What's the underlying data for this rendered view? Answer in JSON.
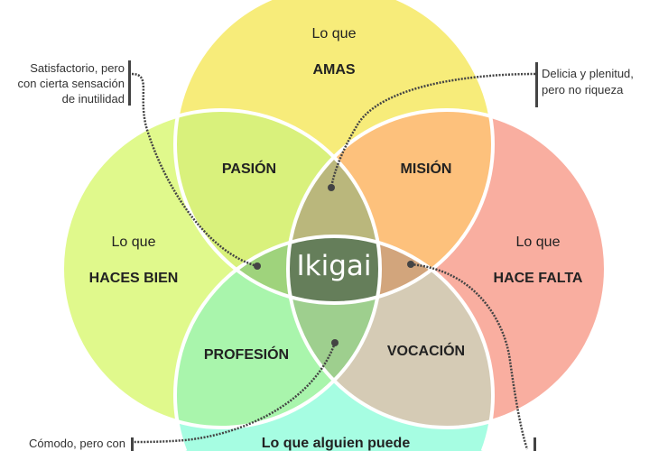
{
  "circles": {
    "top": {
      "line1": "Lo que",
      "line2": "AMAS",
      "color": "#f7ec7a"
    },
    "left": {
      "line1": "Lo que",
      "line2": "HACES BIEN",
      "color": "#e0f98c"
    },
    "right": {
      "line1": "Lo que",
      "line2": "HACE FALTA",
      "color": "#f9aea0"
    },
    "bottom": {
      "line1": "Lo que alguien puede",
      "color": "#a6fde2"
    }
  },
  "intersections": {
    "pasion": {
      "label": "PASIÓN",
      "color": "#d9f17c"
    },
    "mision": {
      "label": "MISIÓN",
      "color": "#fdc17c"
    },
    "profesion": {
      "label": "PROFESIÓN",
      "color": "#a9f5ac"
    },
    "vocacion": {
      "label": "VOCACIÓN",
      "color": "#d5cbb5"
    },
    "center": {
      "label": "Ikigai",
      "color": "#657e5a"
    }
  },
  "lens_colors": {
    "top": "#bab77c",
    "left": "#9fd37c",
    "right": "#d2a57c",
    "bottom": "#9ecf8e"
  },
  "notes": {
    "top_left": [
      "Satisfactorio, pero",
      "con cierta sensación",
      "de inutilidad"
    ],
    "top_right": [
      "Delicia y plenitud,",
      "pero no riqueza"
    ],
    "bottom_left": [
      "Cómodo, pero con"
    ]
  }
}
